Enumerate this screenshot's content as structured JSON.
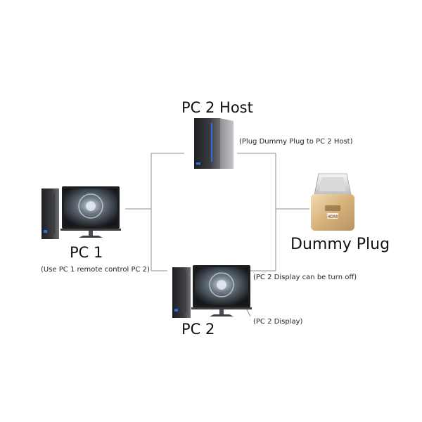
{
  "nodes": {
    "pc2_host": {
      "title": "PC 2 Host",
      "note": "(Plug Dummy Plug to PC 2 Host)"
    },
    "pc1": {
      "title": "PC 1",
      "note": "(Use PC 1 remote control PC 2)"
    },
    "pc2": {
      "title": "PC 2",
      "note_display_off": "(PC 2 Display can be turn off)",
      "note_display": "(PC 2 Display)"
    },
    "dummy_plug": {
      "title": "Dummy Plug",
      "connector_text": "HDMI"
    }
  },
  "colors": {
    "line": "#8f8f8f",
    "tower": "#2b2d31",
    "tower_accent": "#2f6fe0",
    "plug_gold": "#d4b483",
    "monitor_bezel": "#1d1e20"
  }
}
